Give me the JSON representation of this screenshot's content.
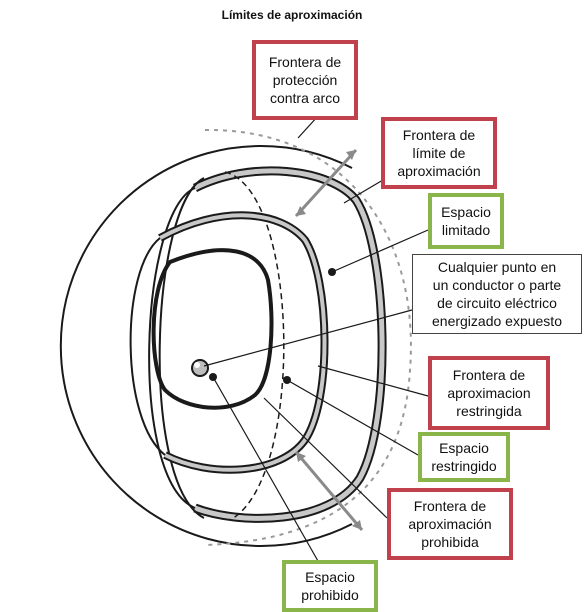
{
  "title": "Límites de aproximación",
  "colors": {
    "boundary_box": "#c0414b",
    "space_box": "#8ab54a",
    "line": "#1a1a1a",
    "ring_fill": "#c8c8c8"
  },
  "labels": {
    "arc_protection": "Frontera de\nprotección\ncontra arco",
    "limited_boundary": "Frontera de\nlímite  de\naproximación",
    "limited_space": "Espacio\nlimitado",
    "energized_point": "Cualquier punto en\nun conductor o parte\nde circuito eléctrico\nenergizado expuesto",
    "restricted_boundary": "Frontera de\naproximacion\nrestringida",
    "restricted_space": "Espacio\nrestringido",
    "prohibited_boundary": "Frontera de\naproximación\nprohibida",
    "prohibited_space": "Espacio\nprohibido"
  }
}
